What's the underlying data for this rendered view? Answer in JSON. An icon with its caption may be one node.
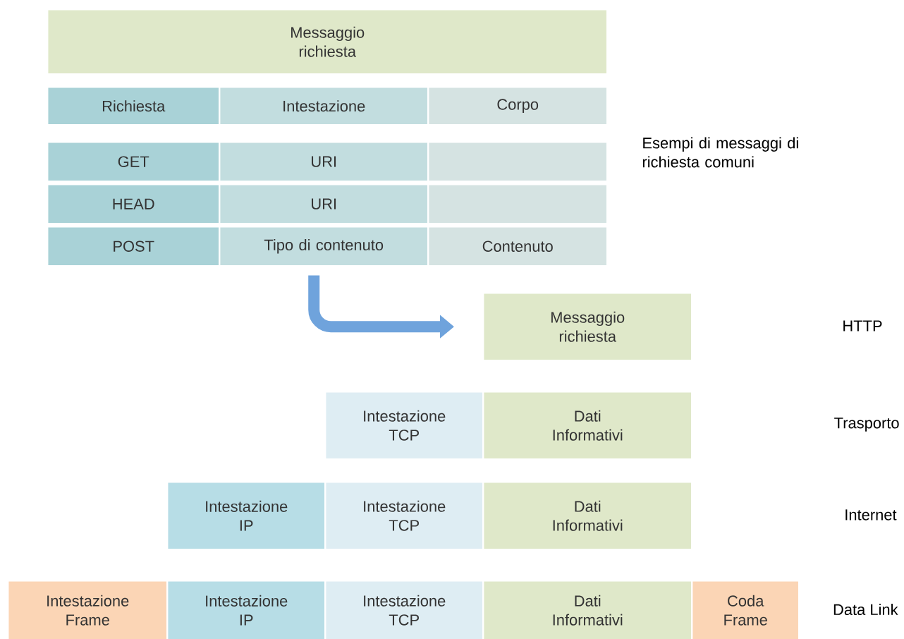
{
  "diagram": {
    "nodes": [
      {
        "text": [
          "Messaggio richiesta"
        ]
      },
      {
        "text": [
          "Richiesta"
        ]
      },
      {
        "text": [
          "Intestazione"
        ]
      },
      {
        "text": [
          "Corpo"
        ]
      },
      {
        "text": [
          "GET"
        ]
      },
      {
        "text": [
          "URI"
        ]
      },
      {
        "text": [],
        "shape": "box"
      },
      {
        "text": [
          "HEAD"
        ]
      },
      {
        "text": [
          "URI"
        ]
      },
      {
        "text": [],
        "shape": "box"
      },
      {
        "text": [
          "POST"
        ]
      },
      {
        "text": [
          "Tipo di contenuto"
        ]
      },
      {
        "text": [
          "Contenuto"
        ]
      },
      {
        "text": [
          "Messaggio richiesta"
        ]
      },
      {
        "text": [
          "Intestazione TCP"
        ]
      },
      {
        "text": [
          "Dati Informativi"
        ]
      },
      {
        "text": [
          "Intestazione IP"
        ]
      },
      {
        "text": [
          "Intestazione TCP"
        ]
      },
      {
        "text": [
          "Dati Informativi"
        ]
      },
      {
        "text": [
          "Intestazione Frame"
        ]
      },
      {
        "text": [
          "Intestazione IP"
        ]
      },
      {
        "text": [
          "Intestazione TCP"
        ]
      },
      {
        "text": [
          "Dati Informativi"
        ]
      },
      {
        "text": [
          "Coda Frame"
        ]
      }
    ],
    "edges": [
      {
        "from": 11,
        "to": 13,
        "arrow": "to",
        "color": "#6fa3dc"
      }
    ],
    "labels": [
      "Esempi di messaggi di richiesta comuni",
      "HTTP",
      "Trasporto",
      "Internet",
      "Data Link"
    ]
  }
}
